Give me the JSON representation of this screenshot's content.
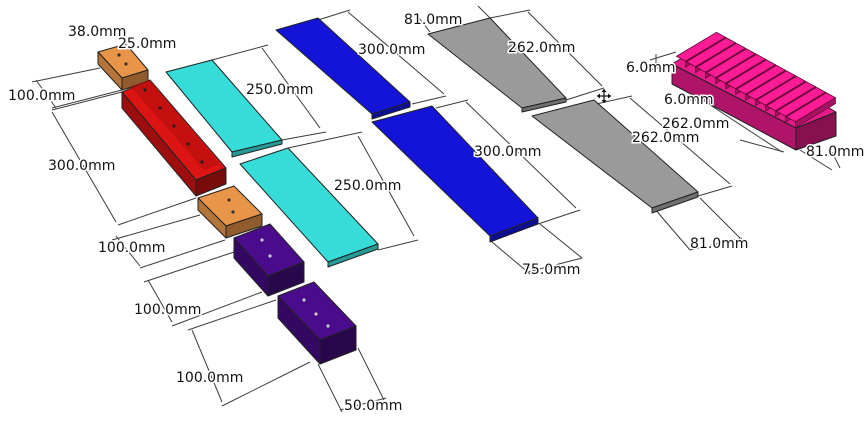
{
  "colors": {
    "orange": "#e8954a",
    "red": "#dd1414",
    "cyan": "#35dcd8",
    "blue": "#1414d8",
    "gray": "#9a9a9a",
    "purple": "#4a0c8c",
    "magenta": "#ea1a8a"
  },
  "parts": [
    {
      "name": "orange-block-top",
      "color": "orange"
    },
    {
      "name": "red-rail",
      "color": "red"
    },
    {
      "name": "orange-block-bottom",
      "color": "orange"
    },
    {
      "name": "purple-block-1",
      "color": "purple"
    },
    {
      "name": "purple-block-2",
      "color": "purple"
    },
    {
      "name": "cyan-plate-1",
      "color": "cyan"
    },
    {
      "name": "cyan-plate-2",
      "color": "cyan"
    },
    {
      "name": "blue-plate-1",
      "color": "blue"
    },
    {
      "name": "blue-plate-2",
      "color": "blue"
    },
    {
      "name": "gray-plate-1",
      "color": "gray"
    },
    {
      "name": "gray-plate-2",
      "color": "gray"
    },
    {
      "name": "magenta-comb",
      "color": "magenta"
    }
  ],
  "dimensions": {
    "orange_width": "38.0mm",
    "orange_height": "25.0mm",
    "orange_length": "100.0mm",
    "red_length": "300.0mm",
    "orange2_length": "100.0mm",
    "purple1_length": "100.0mm",
    "purple2_length": "100.0mm",
    "purple_width": "50.0mm",
    "cyan1_length": "250.0mm",
    "cyan2_length": "250.0mm",
    "blue1_length": "300.0mm",
    "blue2_length": "300.0mm",
    "blue_width": "75.0mm",
    "gray_top_width": "81.0mm",
    "gray1_length": "262.0mm",
    "gray2_length": "262.0mm",
    "gray_bottom_width": "81.0mm",
    "comb_height": "6.0mm",
    "comb_depth": "6.0mm",
    "comb_length": "262.0mm",
    "comb_width": "81.0mm"
  }
}
